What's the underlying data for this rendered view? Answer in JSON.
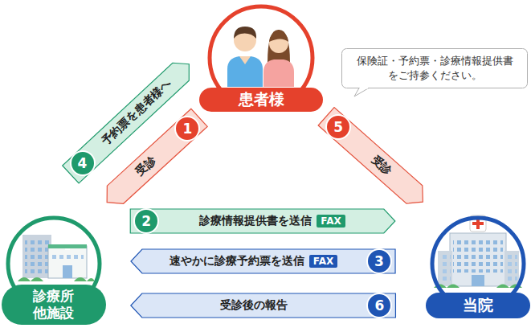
{
  "diagram": {
    "nodes": [
      {
        "text": [
          "患者様"
        ]
      },
      {
        "text": [
          "診療所 他施設"
        ]
      },
      {
        "text": [
          "当院"
        ]
      },
      {
        "text": [
          "保険証・予約票・診療情報提供書 をご持参ください。"
        ]
      }
    ],
    "edges": [
      {
        "from": 0,
        "to": 1,
        "label": "受診",
        "arrow": "to"
      },
      {
        "from": 1,
        "to": 0,
        "label": "予約票を患者様へ",
        "arrow": "to"
      },
      {
        "from": 0,
        "to": 2,
        "label": "受診",
        "arrow": "to"
      },
      {
        "from": 1,
        "to": 2,
        "label": "診療情報提供書を送信",
        "arrow": "to"
      },
      {
        "from": 2,
        "to": 1,
        "label": "速やかに診療予約票を送信",
        "arrow": "to"
      },
      {
        "from": 2,
        "to": 1,
        "label": "受診後の報告",
        "arrow": "to"
      }
    ],
    "labels": [
      "1",
      "2",
      "FAX",
      "3",
      "FAX",
      "4",
      "5",
      "6"
    ]
  }
}
